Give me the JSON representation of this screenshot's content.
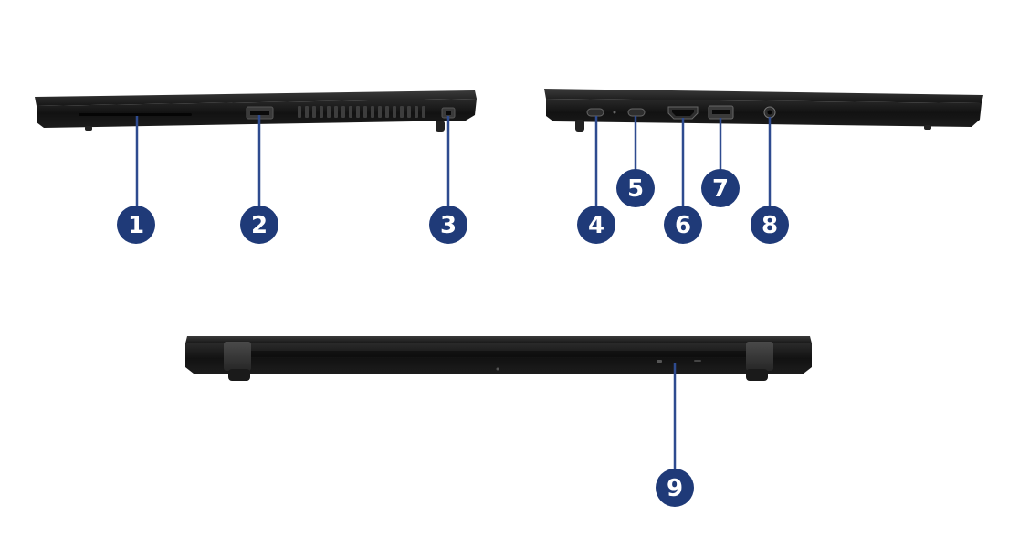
{
  "colors": {
    "background": "#ffffff",
    "laptop_body": "#151515",
    "laptop_edge": "#2b2b2b",
    "callout_circle": "#1f3a78",
    "callout_line": "#2e4b8f",
    "callout_text": "#ffffff"
  },
  "views": [
    {
      "name": "left-side-view"
    },
    {
      "name": "right-side-view"
    },
    {
      "name": "rear-view"
    }
  ],
  "callouts": [
    {
      "label": "1"
    },
    {
      "label": "2"
    },
    {
      "label": "3"
    },
    {
      "label": "4"
    },
    {
      "label": "5"
    },
    {
      "label": "6"
    },
    {
      "label": "7"
    },
    {
      "label": "8"
    },
    {
      "label": "9"
    }
  ]
}
